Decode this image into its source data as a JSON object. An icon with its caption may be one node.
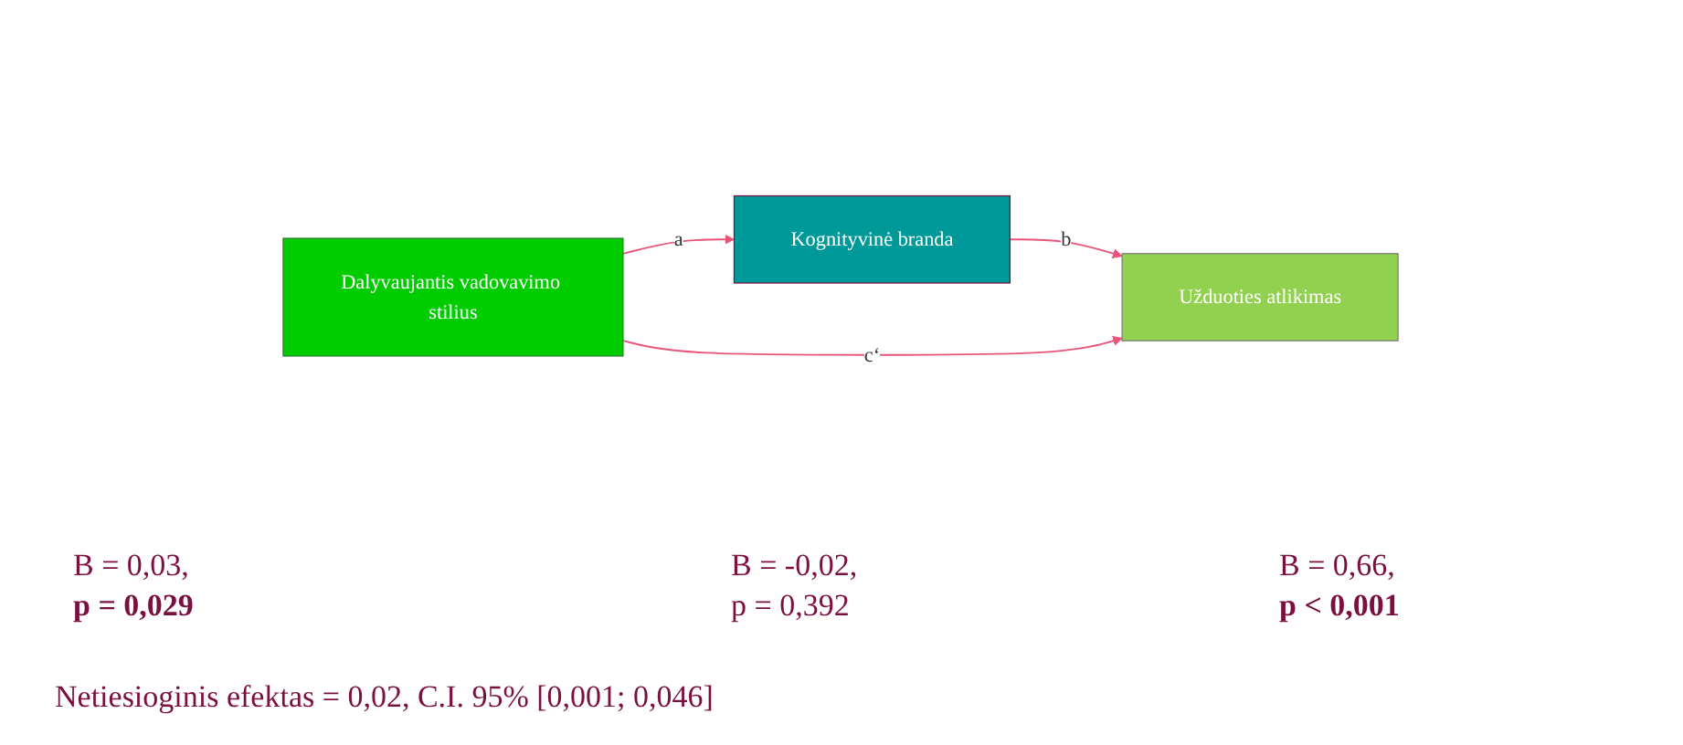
{
  "diagram": {
    "nodes": [
      {
        "text": [
          "Dalyvaujantis vadovavimo stilius"
        ]
      },
      {
        "text": [
          "Kognityvinė branda"
        ]
      },
      {
        "text": [
          "Užduoties atlikimas"
        ]
      }
    ],
    "edges": [
      {
        "from": 0,
        "to": 1,
        "arrow": "to",
        "label": "a"
      },
      {
        "from": 1,
        "to": 2,
        "arrow": "to",
        "label": "b"
      },
      {
        "from": 0,
        "to": 2,
        "arrow": "to",
        "label": "c‘"
      }
    ],
    "labels": [
      "B = 0,03,",
      "p = 0,029",
      "B = 0,66,",
      "p < 0,001",
      "B = -0,02,",
      "p = 0,392",
      "Netiesioginis efektas = 0,02, C.I. 95% [0,001; 0,046]"
    ]
  }
}
